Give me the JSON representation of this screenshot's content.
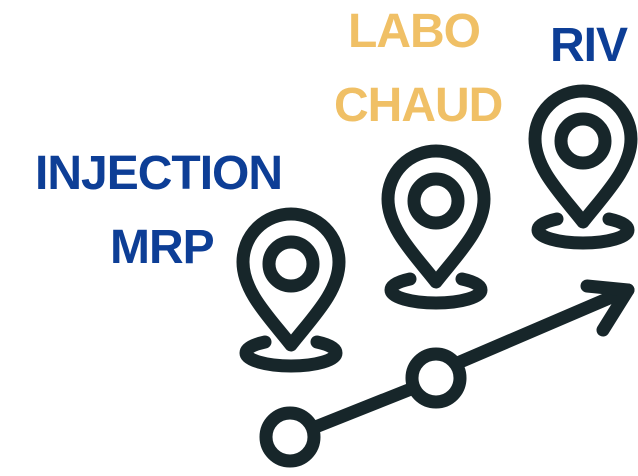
{
  "labels": {
    "injection": {
      "line1": "INJECTION",
      "line2": "MRP"
    },
    "labo": {
      "line1": "LABO",
      "line2": "CHAUD"
    },
    "riv": {
      "line1": "RIV"
    }
  },
  "colors": {
    "blue": "#0d3e96",
    "gold": "#f0c066",
    "ink": "#17262a"
  },
  "icons": [
    "map-pin-icon",
    "map-pin-icon",
    "map-pin-icon",
    "progress-arrow-icon"
  ]
}
